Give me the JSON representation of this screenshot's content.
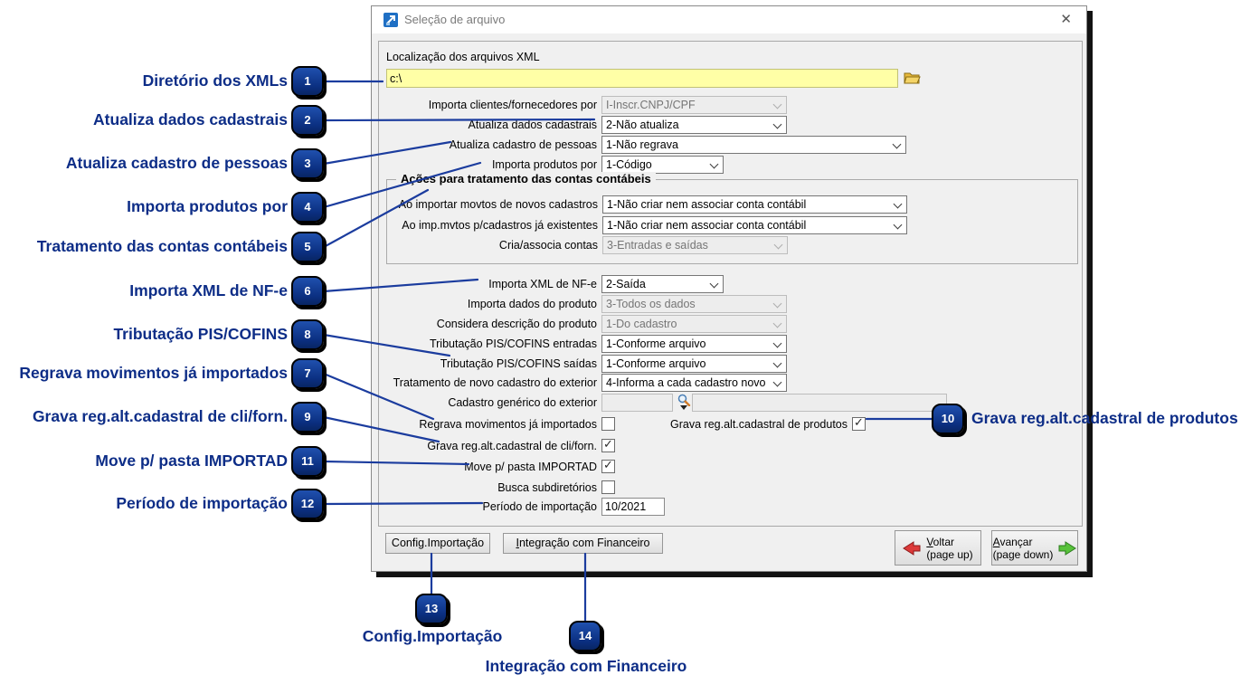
{
  "window": {
    "title": "Seleção de arquivo",
    "close_glyph": "✕"
  },
  "form": {
    "path_label": "Localização dos arquivos XML",
    "path_value": "c:\\",
    "group_title": "Ações para tratamento das contas contábeis",
    "fields": [
      {
        "label": "Importa clientes/fornecedores por",
        "value": "I-Inscr.CNPJ/CPF",
        "state": "disabled"
      },
      {
        "label": "Atualiza dados cadastrais",
        "value": "2-Não atualiza",
        "state": "enabled"
      },
      {
        "label": "Atualiza cadastro de pessoas",
        "value": "1-Não regrava",
        "state": "enabled"
      },
      {
        "label": "Importa produtos por",
        "value": "1-Código",
        "state": "enabled"
      },
      {
        "label": "Ao importar movtos de novos cadastros",
        "value": "1-Não criar nem associar conta contábil",
        "state": "enabled"
      },
      {
        "label": "Ao imp.mvtos p/cadastros já existentes",
        "value": "1-Não criar nem associar conta contábil",
        "state": "enabled"
      },
      {
        "label": "Cria/associa contas",
        "value": "3-Entradas e saídas",
        "state": "disabled"
      },
      {
        "label": "Importa XML de NF-e",
        "value": "2-Saída",
        "state": "enabled"
      },
      {
        "label": "Importa dados do produto",
        "value": "3-Todos os dados",
        "state": "disabled"
      },
      {
        "label": "Considera descrição do produto",
        "value": "1-Do cadastro",
        "state": "disabled"
      },
      {
        "label": "Tributação PIS/COFINS entradas",
        "value": "1-Conforme arquivo",
        "state": "enabled"
      },
      {
        "label": "Tributação PIS/COFINS saídas",
        "value": "1-Conforme arquivo",
        "state": "enabled"
      },
      {
        "label": "Tratamento de novo cadastro do exterior",
        "value": "4-Informa a cada cadastro novo",
        "state": "enabled"
      }
    ],
    "lookup": {
      "label": "Cadastro genérico do exterior",
      "code_value": "",
      "desc_value": ""
    },
    "checks": [
      {
        "label": "Regrava movimentos já importados",
        "checked": false
      },
      {
        "label": "Grava reg.alt.cadastral de produtos",
        "checked": true
      },
      {
        "label": "Grava reg.alt.cadastral de cli/forn.",
        "checked": true
      },
      {
        "label": "Move p/ pasta IMPORTAD",
        "checked": true
      },
      {
        "label": "Busca subdiretórios",
        "checked": false
      }
    ],
    "period": {
      "label": "Período de importação",
      "value": "10/2021"
    },
    "tick_glyph": "✓"
  },
  "buttons": {
    "config": "Config.Importação",
    "financeiro": "Integração com Financeiro",
    "voltar": "Voltar",
    "voltar_sub": "(page up)",
    "avancar": "Avançar",
    "avancar_sub": "(page down)"
  },
  "colors": {
    "annotation_blue": "#0d2d87",
    "badge_fill": "#0b2f80",
    "path_field_yellow": "#ffffa6",
    "voltar_arrow_red": "#dd3a3a",
    "avancar_arrow_green": "#58c23b"
  },
  "annotations": {
    "a1": {
      "num": "1",
      "label": "Diretório dos XMLs"
    },
    "a2": {
      "num": "2",
      "label": "Atualiza dados cadastrais"
    },
    "a3": {
      "num": "3",
      "label": "Atualiza cadastro de pessoas"
    },
    "a4": {
      "num": "4",
      "label": "Importa produtos por"
    },
    "a5": {
      "num": "5",
      "label": "Tratamento das contas contábeis"
    },
    "a6": {
      "num": "6",
      "label": "Importa XML de NF-e"
    },
    "a7": {
      "num": "7",
      "label": "Regrava movimentos já importados"
    },
    "a8": {
      "num": "8",
      "label": "Tributação PIS/COFINS"
    },
    "a9": {
      "num": "9",
      "label": "Grava reg.alt.cadastral de cli/forn."
    },
    "a10": {
      "num": "10",
      "label": "Grava reg.alt.cadastral de produtos"
    },
    "a11": {
      "num": "11",
      "label": "Move p/ pasta IMPORTAD"
    },
    "a12": {
      "num": "12",
      "label": "Período de importação"
    },
    "a13": {
      "num": "13",
      "label": "Config.Importação"
    },
    "a14": {
      "num": "14",
      "label": "Integração com Financeiro"
    }
  }
}
